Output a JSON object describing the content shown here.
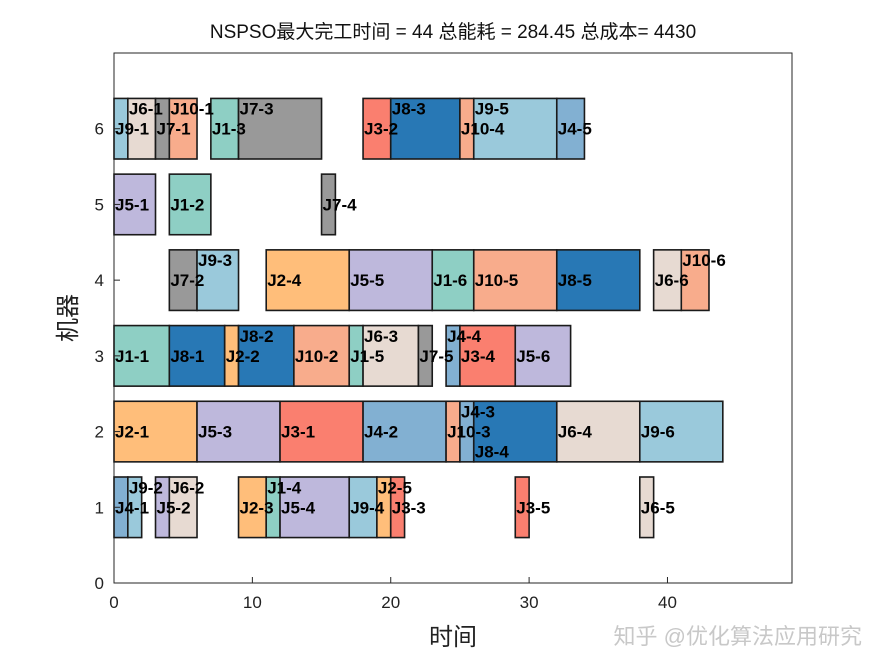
{
  "chart_data": {
    "type": "gantt",
    "title": "NSPSO最大完工时间 = 44 总能耗 = 284.45 总成本= 4430",
    "xlabel": "时间",
    "ylabel": "机器",
    "xlim": [
      0,
      49
    ],
    "ylim": [
      0,
      7
    ],
    "xticks": [
      0,
      10,
      20,
      30,
      40
    ],
    "yticks": [
      0,
      1,
      2,
      3,
      4,
      5,
      6
    ],
    "grid": false,
    "job_colors": {
      "J1": "#8ECFC4",
      "J2": "#FFBE7A",
      "J3": "#FA7F6F",
      "J4": "#82B0D2",
      "J5": "#BEB8DC",
      "J6": "#E7DAD2",
      "J7": "#999999",
      "J8": "#2878B5",
      "J9": "#9AC9DB",
      "J10": "#F8AC8C"
    },
    "tasks": [
      {
        "machine": 6,
        "job": "J9",
        "label": "J9-1",
        "start": 0,
        "end": 1
      },
      {
        "machine": 6,
        "job": "J6",
        "label": "J6-1",
        "start": 1,
        "end": 3
      },
      {
        "machine": 6,
        "job": "J7",
        "label": "J7-1",
        "start": 3,
        "end": 4
      },
      {
        "machine": 6,
        "job": "J10",
        "label": "J10-1",
        "start": 4,
        "end": 6
      },
      {
        "machine": 6,
        "job": "J1",
        "label": "J1-3",
        "start": 7,
        "end": 9
      },
      {
        "machine": 6,
        "job": "J7",
        "label": "J7-3",
        "start": 9,
        "end": 15
      },
      {
        "machine": 6,
        "job": "J3",
        "label": "J3-2",
        "start": 18,
        "end": 20
      },
      {
        "machine": 6,
        "job": "J8",
        "label": "J8-3",
        "start": 20,
        "end": 25
      },
      {
        "machine": 6,
        "job": "J10",
        "label": "J10-4",
        "start": 25,
        "end": 26
      },
      {
        "machine": 6,
        "job": "J9",
        "label": "J9-5",
        "start": 26,
        "end": 32
      },
      {
        "machine": 6,
        "job": "J4",
        "label": "J4-5",
        "start": 32,
        "end": 34
      },
      {
        "machine": 5,
        "job": "J5",
        "label": "J5-1",
        "start": 0,
        "end": 3
      },
      {
        "machine": 5,
        "job": "J1",
        "label": "J1-2",
        "start": 4,
        "end": 7
      },
      {
        "machine": 5,
        "job": "J7",
        "label": "J7-4",
        "start": 15,
        "end": 16
      },
      {
        "machine": 4,
        "job": "J7",
        "label": "J7-2",
        "start": 4,
        "end": 6
      },
      {
        "machine": 4,
        "job": "J9",
        "label": "J9-3",
        "start": 6,
        "end": 9
      },
      {
        "machine": 4,
        "job": "J2",
        "label": "J2-4",
        "start": 11,
        "end": 17
      },
      {
        "machine": 4,
        "job": "J5",
        "label": "J5-5",
        "start": 17,
        "end": 23
      },
      {
        "machine": 4,
        "job": "J1",
        "label": "J1-6",
        "start": 23,
        "end": 26
      },
      {
        "machine": 4,
        "job": "J10",
        "label": "J10-5",
        "start": 26,
        "end": 32
      },
      {
        "machine": 4,
        "job": "J8",
        "label": "J8-5",
        "start": 32,
        "end": 38
      },
      {
        "machine": 4,
        "job": "J6",
        "label": "J6-6",
        "start": 39,
        "end": 41
      },
      {
        "machine": 4,
        "job": "J10",
        "label": "J10-6",
        "start": 41,
        "end": 43
      },
      {
        "machine": 3,
        "job": "J1",
        "label": "J1-1",
        "start": 0,
        "end": 4
      },
      {
        "machine": 3,
        "job": "J8",
        "label": "J8-1",
        "start": 4,
        "end": 8
      },
      {
        "machine": 3,
        "job": "J2",
        "label": "J2-2",
        "start": 8,
        "end": 9
      },
      {
        "machine": 3,
        "job": "J8",
        "label": "J8-2",
        "start": 9,
        "end": 13
      },
      {
        "machine": 3,
        "job": "J10",
        "label": "J10-2",
        "start": 13,
        "end": 17
      },
      {
        "machine": 3,
        "job": "J1",
        "label": "J1-5",
        "start": 17,
        "end": 18
      },
      {
        "machine": 3,
        "job": "J6",
        "label": "J6-3",
        "start": 18,
        "end": 22
      },
      {
        "machine": 3,
        "job": "J7",
        "label": "J7-5",
        "start": 22,
        "end": 23
      },
      {
        "machine": 3,
        "job": "J4",
        "label": "J4-4",
        "start": 24,
        "end": 25
      },
      {
        "machine": 3,
        "job": "J3",
        "label": "J3-4",
        "start": 25,
        "end": 29
      },
      {
        "machine": 3,
        "job": "J5",
        "label": "J5-6",
        "start": 29,
        "end": 33
      },
      {
        "machine": 2,
        "job": "J2",
        "label": "J2-1",
        "start": 0,
        "end": 6
      },
      {
        "machine": 2,
        "job": "J5",
        "label": "J5-3",
        "start": 6,
        "end": 12
      },
      {
        "machine": 2,
        "job": "J3",
        "label": "J3-1",
        "start": 12,
        "end": 18
      },
      {
        "machine": 2,
        "job": "J4",
        "label": "J4-2",
        "start": 18,
        "end": 24
      },
      {
        "machine": 2,
        "job": "J10",
        "label": "J10-3",
        "start": 24,
        "end": 25
      },
      {
        "machine": 2,
        "job": "J4",
        "label": "J4-3",
        "start": 25,
        "end": 26
      },
      {
        "machine": 2,
        "job": "J8",
        "label": "J8-4",
        "start": 26,
        "end": 32
      },
      {
        "machine": 2,
        "job": "J6",
        "label": "J6-4",
        "start": 32,
        "end": 38
      },
      {
        "machine": 2,
        "job": "J9",
        "label": "J9-6",
        "start": 38,
        "end": 44
      },
      {
        "machine": 1,
        "job": "J4",
        "label": "J4-1",
        "start": 0,
        "end": 1
      },
      {
        "machine": 1,
        "job": "J9",
        "label": "J9-2",
        "start": 1,
        "end": 2
      },
      {
        "machine": 1,
        "job": "J5",
        "label": "J5-2",
        "start": 3,
        "end": 4
      },
      {
        "machine": 1,
        "job": "J6",
        "label": "J6-2",
        "start": 4,
        "end": 6
      },
      {
        "machine": 1,
        "job": "J2",
        "label": "J2-3",
        "start": 9,
        "end": 11
      },
      {
        "machine": 1,
        "job": "J1",
        "label": "J1-4",
        "start": 11,
        "end": 12
      },
      {
        "machine": 1,
        "job": "J5",
        "label": "J5-4",
        "start": 12,
        "end": 17
      },
      {
        "machine": 1,
        "job": "J9",
        "label": "J9-4",
        "start": 17,
        "end": 19
      },
      {
        "machine": 1,
        "job": "J2",
        "label": "J2-5",
        "start": 19,
        "end": 20
      },
      {
        "machine": 1,
        "job": "J3",
        "label": "J3-3",
        "start": 20,
        "end": 21
      },
      {
        "machine": 1,
        "job": "J3",
        "label": "J3-5",
        "start": 29,
        "end": 30
      },
      {
        "machine": 1,
        "job": "J6",
        "label": "J6-5",
        "start": 38,
        "end": 39
      }
    ]
  },
  "watermark": "知乎 @优化算法应用研究"
}
